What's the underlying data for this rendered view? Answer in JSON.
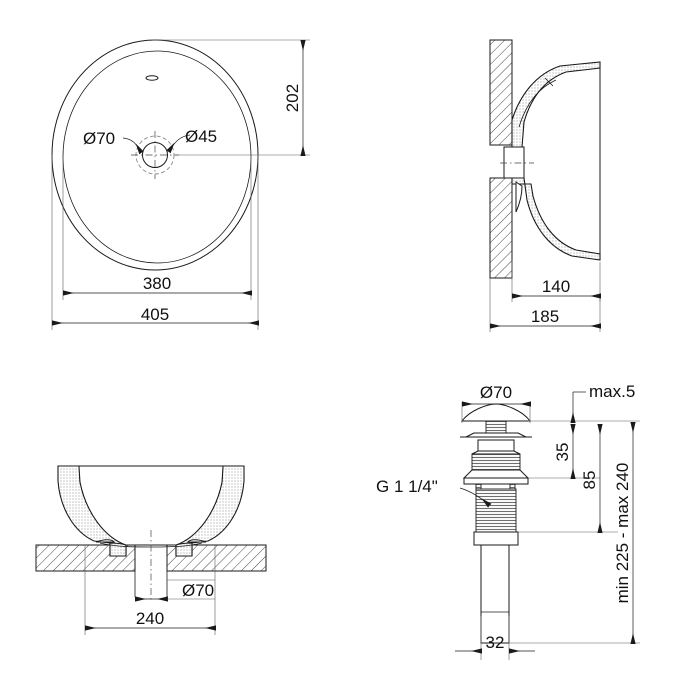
{
  "document": {
    "type": "technical-drawing",
    "subject": "countertop washbasin with pop-up drain",
    "units": "mm",
    "line_color": "#1a1a1a",
    "background": "#ffffff"
  },
  "views": {
    "top": {
      "name": "top-view",
      "dimensions": {
        "outer_diameter": "405",
        "inner_diameter": "380",
        "depth_to_center": "202",
        "drain_outer": "Ø70",
        "drain_inner": "Ø45"
      }
    },
    "side_section": {
      "name": "side-section-view",
      "dimensions": {
        "projection": "140",
        "total_depth": "185"
      }
    },
    "front_section": {
      "name": "front-section-view",
      "dimensions": {
        "bowl_width": "240",
        "drain_hole": "Ø70"
      }
    },
    "drain": {
      "name": "drain-assembly-view",
      "dimensions": {
        "cap_diameter": "Ø70",
        "max_thickness": "max.5",
        "cap_height": "35",
        "body_height": "85",
        "tail_diameter": "32",
        "overall_range": "min 225 - max 240",
        "thread": "G 1 1/4\""
      }
    }
  }
}
